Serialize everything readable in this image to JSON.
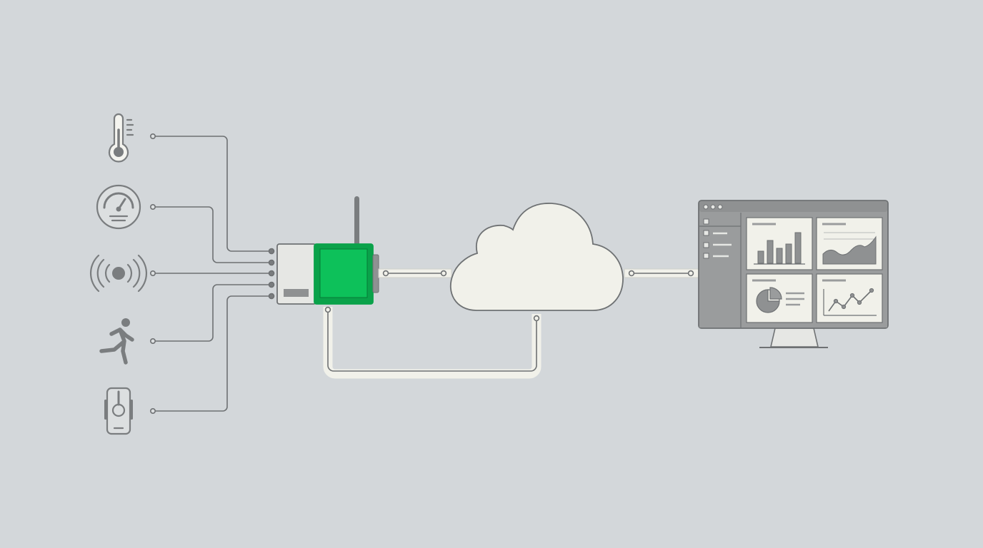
{
  "colors": {
    "background": "#d3d7da",
    "stroke": "#6e7173",
    "icon": "#7a7d7f",
    "panel_fill": "#f1f1ea",
    "link_fill": "#f1f1ea",
    "accent_green": "#0dc15a",
    "accent_green_dark": "#0aa24a",
    "monitor_grey": "#9a9c9d",
    "chart_fill": "#8f9192"
  },
  "sensors": [
    {
      "icon": "thermometer-icon"
    },
    {
      "icon": "gauge-icon"
    },
    {
      "icon": "vibration-sensor-icon"
    },
    {
      "icon": "motion-sensor-icon"
    },
    {
      "icon": "contact-switch-icon"
    }
  ],
  "gateway": {
    "icon": "iot-gateway-icon",
    "antenna": "antenna-icon"
  },
  "cloud": {
    "icon": "cloud-icon"
  },
  "dashboard": {
    "icon": "monitor-dashboard-icon",
    "widgets": [
      "bar-chart-widget",
      "area-chart-widget",
      "pie-chart-widget",
      "line-chart-widget"
    ]
  }
}
